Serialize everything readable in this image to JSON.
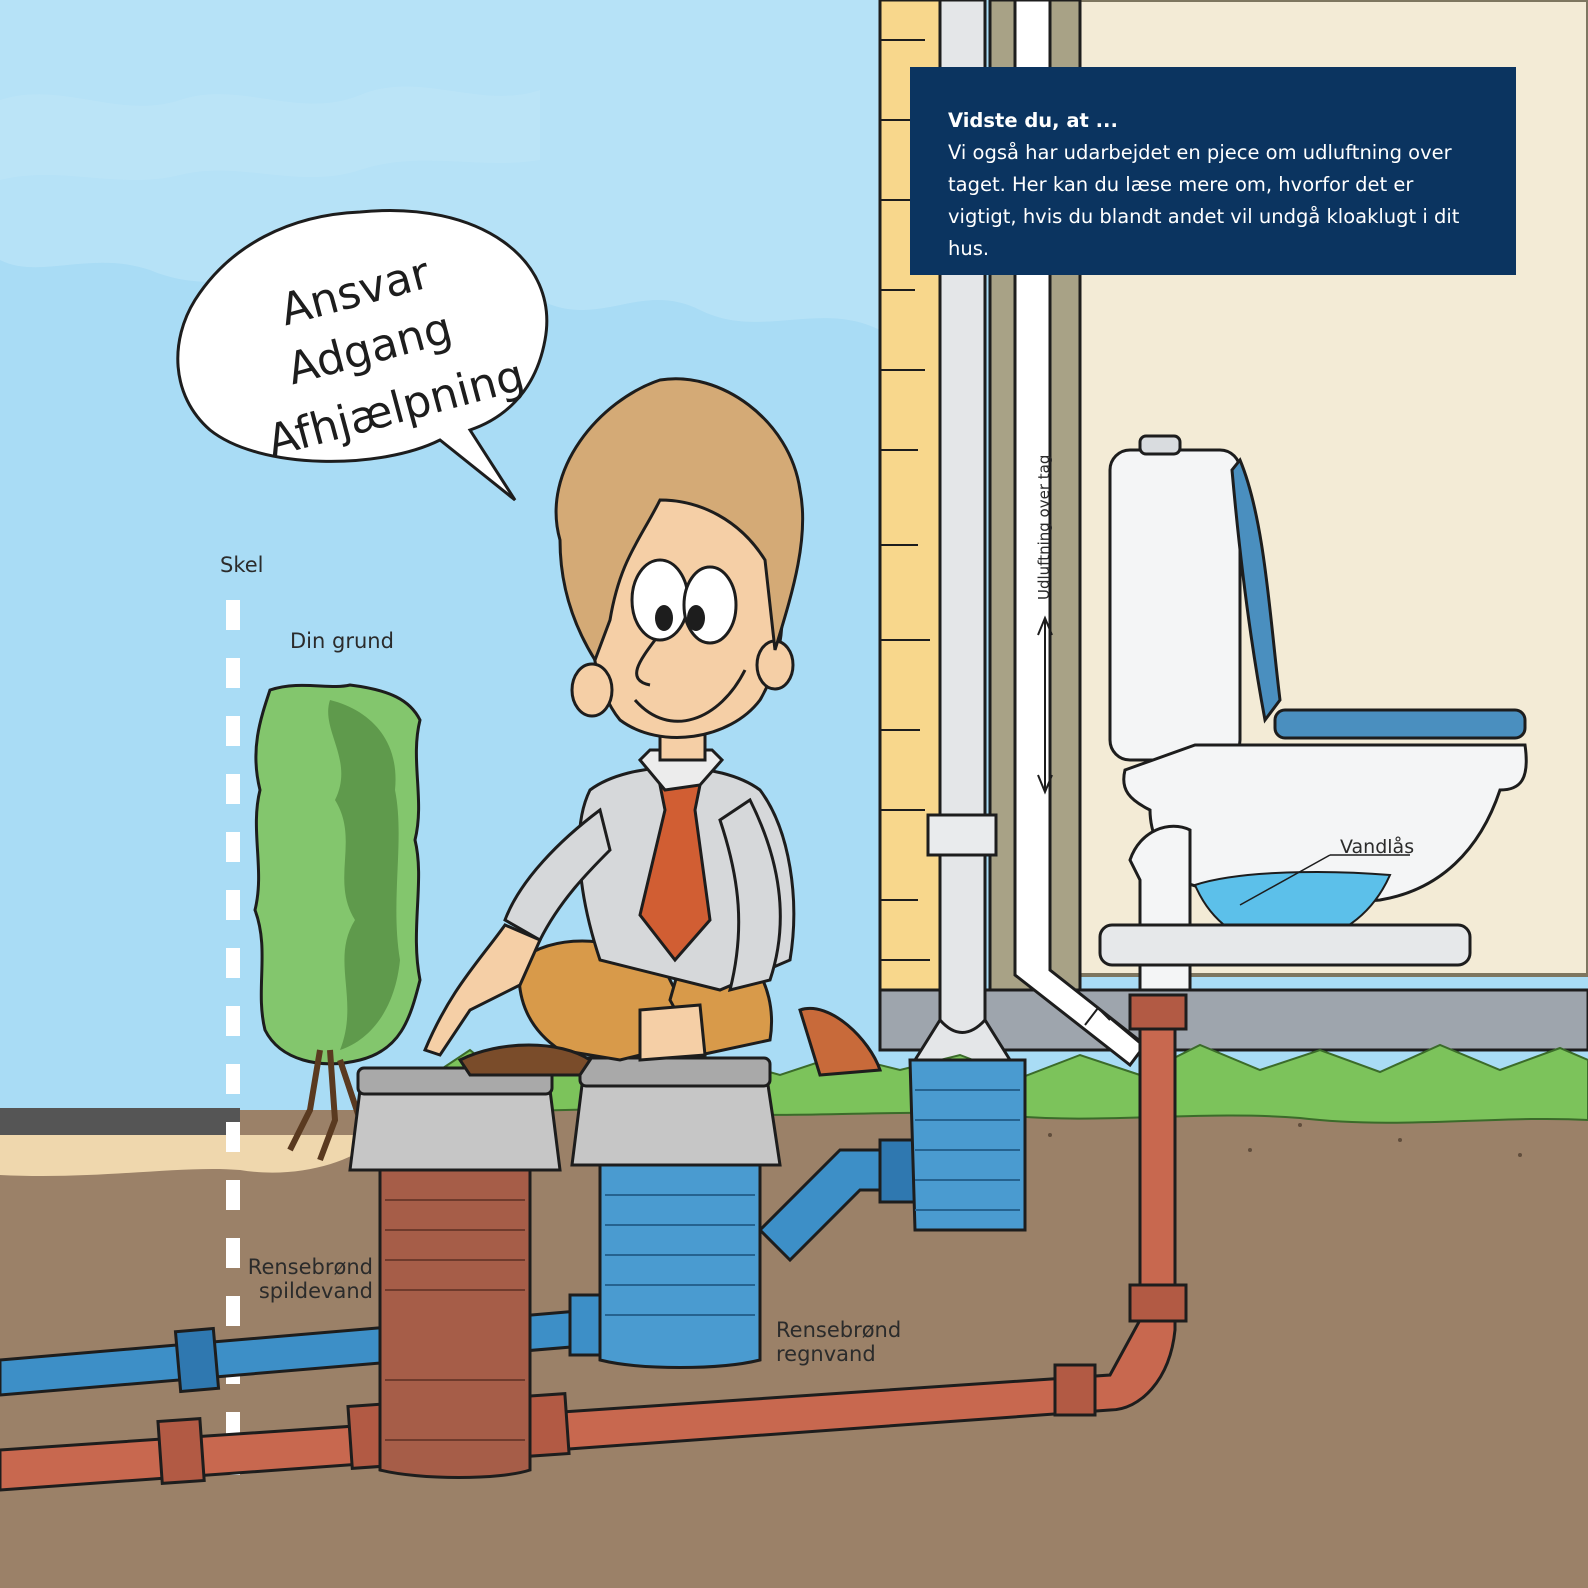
{
  "speech_bubble": {
    "line1": "Ansvar",
    "line2": "Adgang",
    "line3": "Afhjælpning"
  },
  "labels": {
    "skel": "Skel",
    "din_grund": "Din grund",
    "rensebroend_spildevand_1": "Rensebrønd",
    "rensebroend_spildevand_2": "spildevand",
    "rensebroend_regnvand_1": "Rensebrønd",
    "rensebroend_regnvand_2": "regnvand",
    "vandlaas": "Vandlås",
    "udluftning": "Udluftning over tag"
  },
  "info_box": {
    "title": "Vidste du, at ...",
    "body": "Vi også har udarbejdet en pjece om udluftning over taget. Her kan du læse mere om, hvorfor det er vigtigt, hvis du blandt andet vil undgå kloaklugt i dit hus."
  },
  "colors": {
    "sky": "#a9dcf5",
    "soil": "#9b8168",
    "grass": "#7cc35b",
    "house_wall": "#f3ebd6",
    "facade_yellow": "#f8d78c",
    "info_box": "#0b3460",
    "sewage_pipe": "#c8684f",
    "rain_pipe": "#3d8fc7"
  }
}
